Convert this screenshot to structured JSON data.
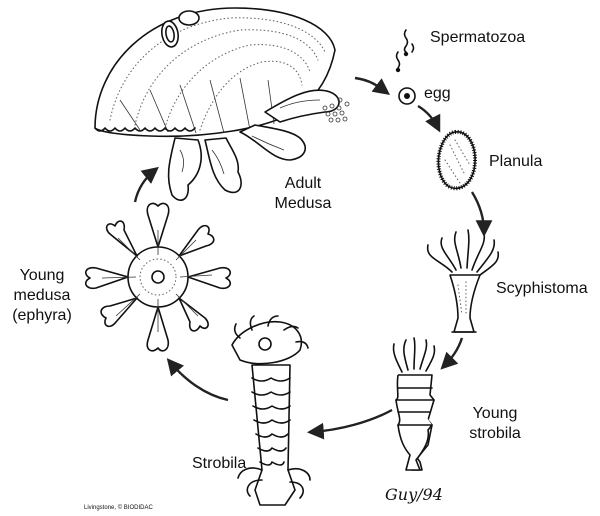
{
  "labels": {
    "spermatozoa": "Spermatozoa",
    "egg": "egg",
    "planula": "Planula",
    "scyphistoma": "Scyphistoma",
    "young_strobila_1": "Young",
    "young_strobila_2": "strobila",
    "strobila": "Strobila",
    "young_medusa_1": "Young",
    "young_medusa_2": "medusa",
    "young_medusa_3": "(ephyra)",
    "adult_medusa_1": "Adult",
    "adult_medusa_2": "Medusa"
  },
  "credit": "Livingstone, © BIODIDAC",
  "signature": "Guy/94"
}
